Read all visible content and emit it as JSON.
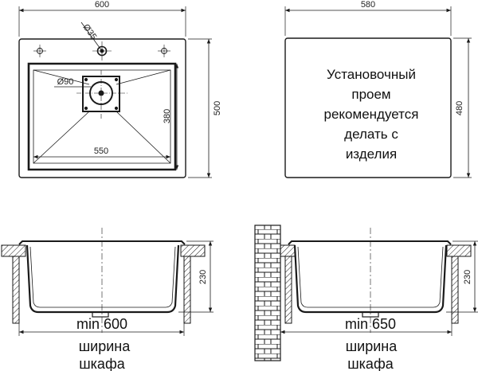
{
  "top_view": {
    "width_label": "600",
    "height_label": "500",
    "depth_label": "380",
    "bowl_width_label": "550",
    "tap_hole_label": "Ø35",
    "drain_label": "Ø90"
  },
  "cutout_view": {
    "width_label": "580",
    "height_label": "480",
    "note_lines": [
      "Установочный",
      "проем",
      "рекомендуется",
      "делать с",
      "изделия"
    ]
  },
  "section_left": {
    "depth_label": "230",
    "min_label": "min 600",
    "caption_lines": [
      "ширина",
      "шкафа"
    ]
  },
  "section_right": {
    "depth_label": "230",
    "min_label": "min 650",
    "caption_lines": [
      "ширина",
      "шкафа"
    ]
  },
  "colors": {
    "line": "#1a1a1a",
    "background": "#ffffff"
  }
}
